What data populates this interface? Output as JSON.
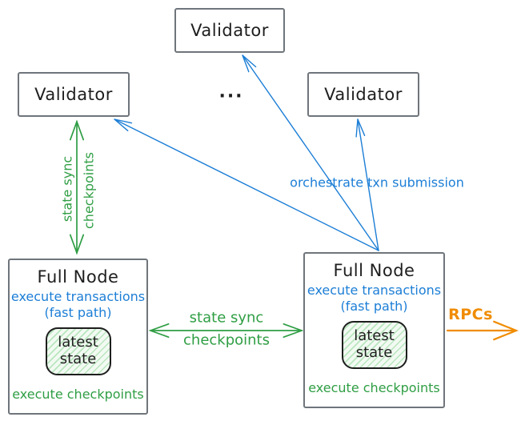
{
  "colors": {
    "green": "#2f9e44",
    "blue": "#1c7ed6",
    "orange": "#f08c00",
    "ink": "#1e1e1e",
    "box_border": "#6f757b",
    "hatch_line": "#b9e6bf",
    "hatch_bg": "#f2faf2"
  },
  "validators": {
    "left": {
      "label": "Validator"
    },
    "top": {
      "label": "Validator"
    },
    "right": {
      "label": "Validator"
    }
  },
  "ellipsis": "...",
  "full_nodes": {
    "left": {
      "title": "Full Node",
      "execute_transactions": "execute transactions",
      "fast_path": "(fast path)",
      "latest_state_line1": "latest",
      "latest_state_line2": "state",
      "execute_checkpoints": "execute checkpoints"
    },
    "right": {
      "title": "Full Node",
      "execute_transactions": "execute transactions",
      "fast_path": "(fast path)",
      "latest_state_line1": "latest",
      "latest_state_line2": "state",
      "execute_checkpoints": "execute checkpoints"
    }
  },
  "labels": {
    "state_sync_vertical": {
      "line1": "state sync",
      "line2": "checkpoints"
    },
    "state_sync_horizontal": {
      "line1": "state sync",
      "line2": "checkpoints"
    },
    "orchestrate": "orchestrate txn submission",
    "rpcs": "RPCs"
  }
}
